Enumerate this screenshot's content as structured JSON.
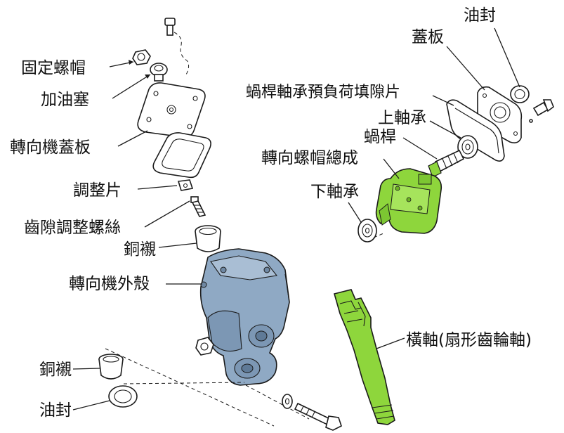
{
  "labels": {
    "retaining_nut": "固定螺帽",
    "filler_plug": "加油塞",
    "gear_cover": "轉向機蓋板",
    "shim": "調整片",
    "lash_adjuster_screw": "齒隙調整螺絲",
    "bushing_upper": "銅襯",
    "gear_housing": "轉向機外殼",
    "bushing_lower": "銅襯",
    "oil_seal_lower": "油封",
    "oil_seal_top": "油封",
    "cover_plate": "蓋板",
    "worm_preload_shim": "蝸桿軸承預負荷填隙片",
    "upper_bearing": "上軸承",
    "worm": "蝸桿",
    "ball_nut_assembly": "轉向螺帽總成",
    "lower_bearing": "下軸承",
    "sector_shaft": "橫軸(扇形齒輪軸)"
  },
  "colors": {
    "housing_fill": "#8fa9c4",
    "green_parts": "#8ed63c",
    "line": "#1a1a1a"
  }
}
